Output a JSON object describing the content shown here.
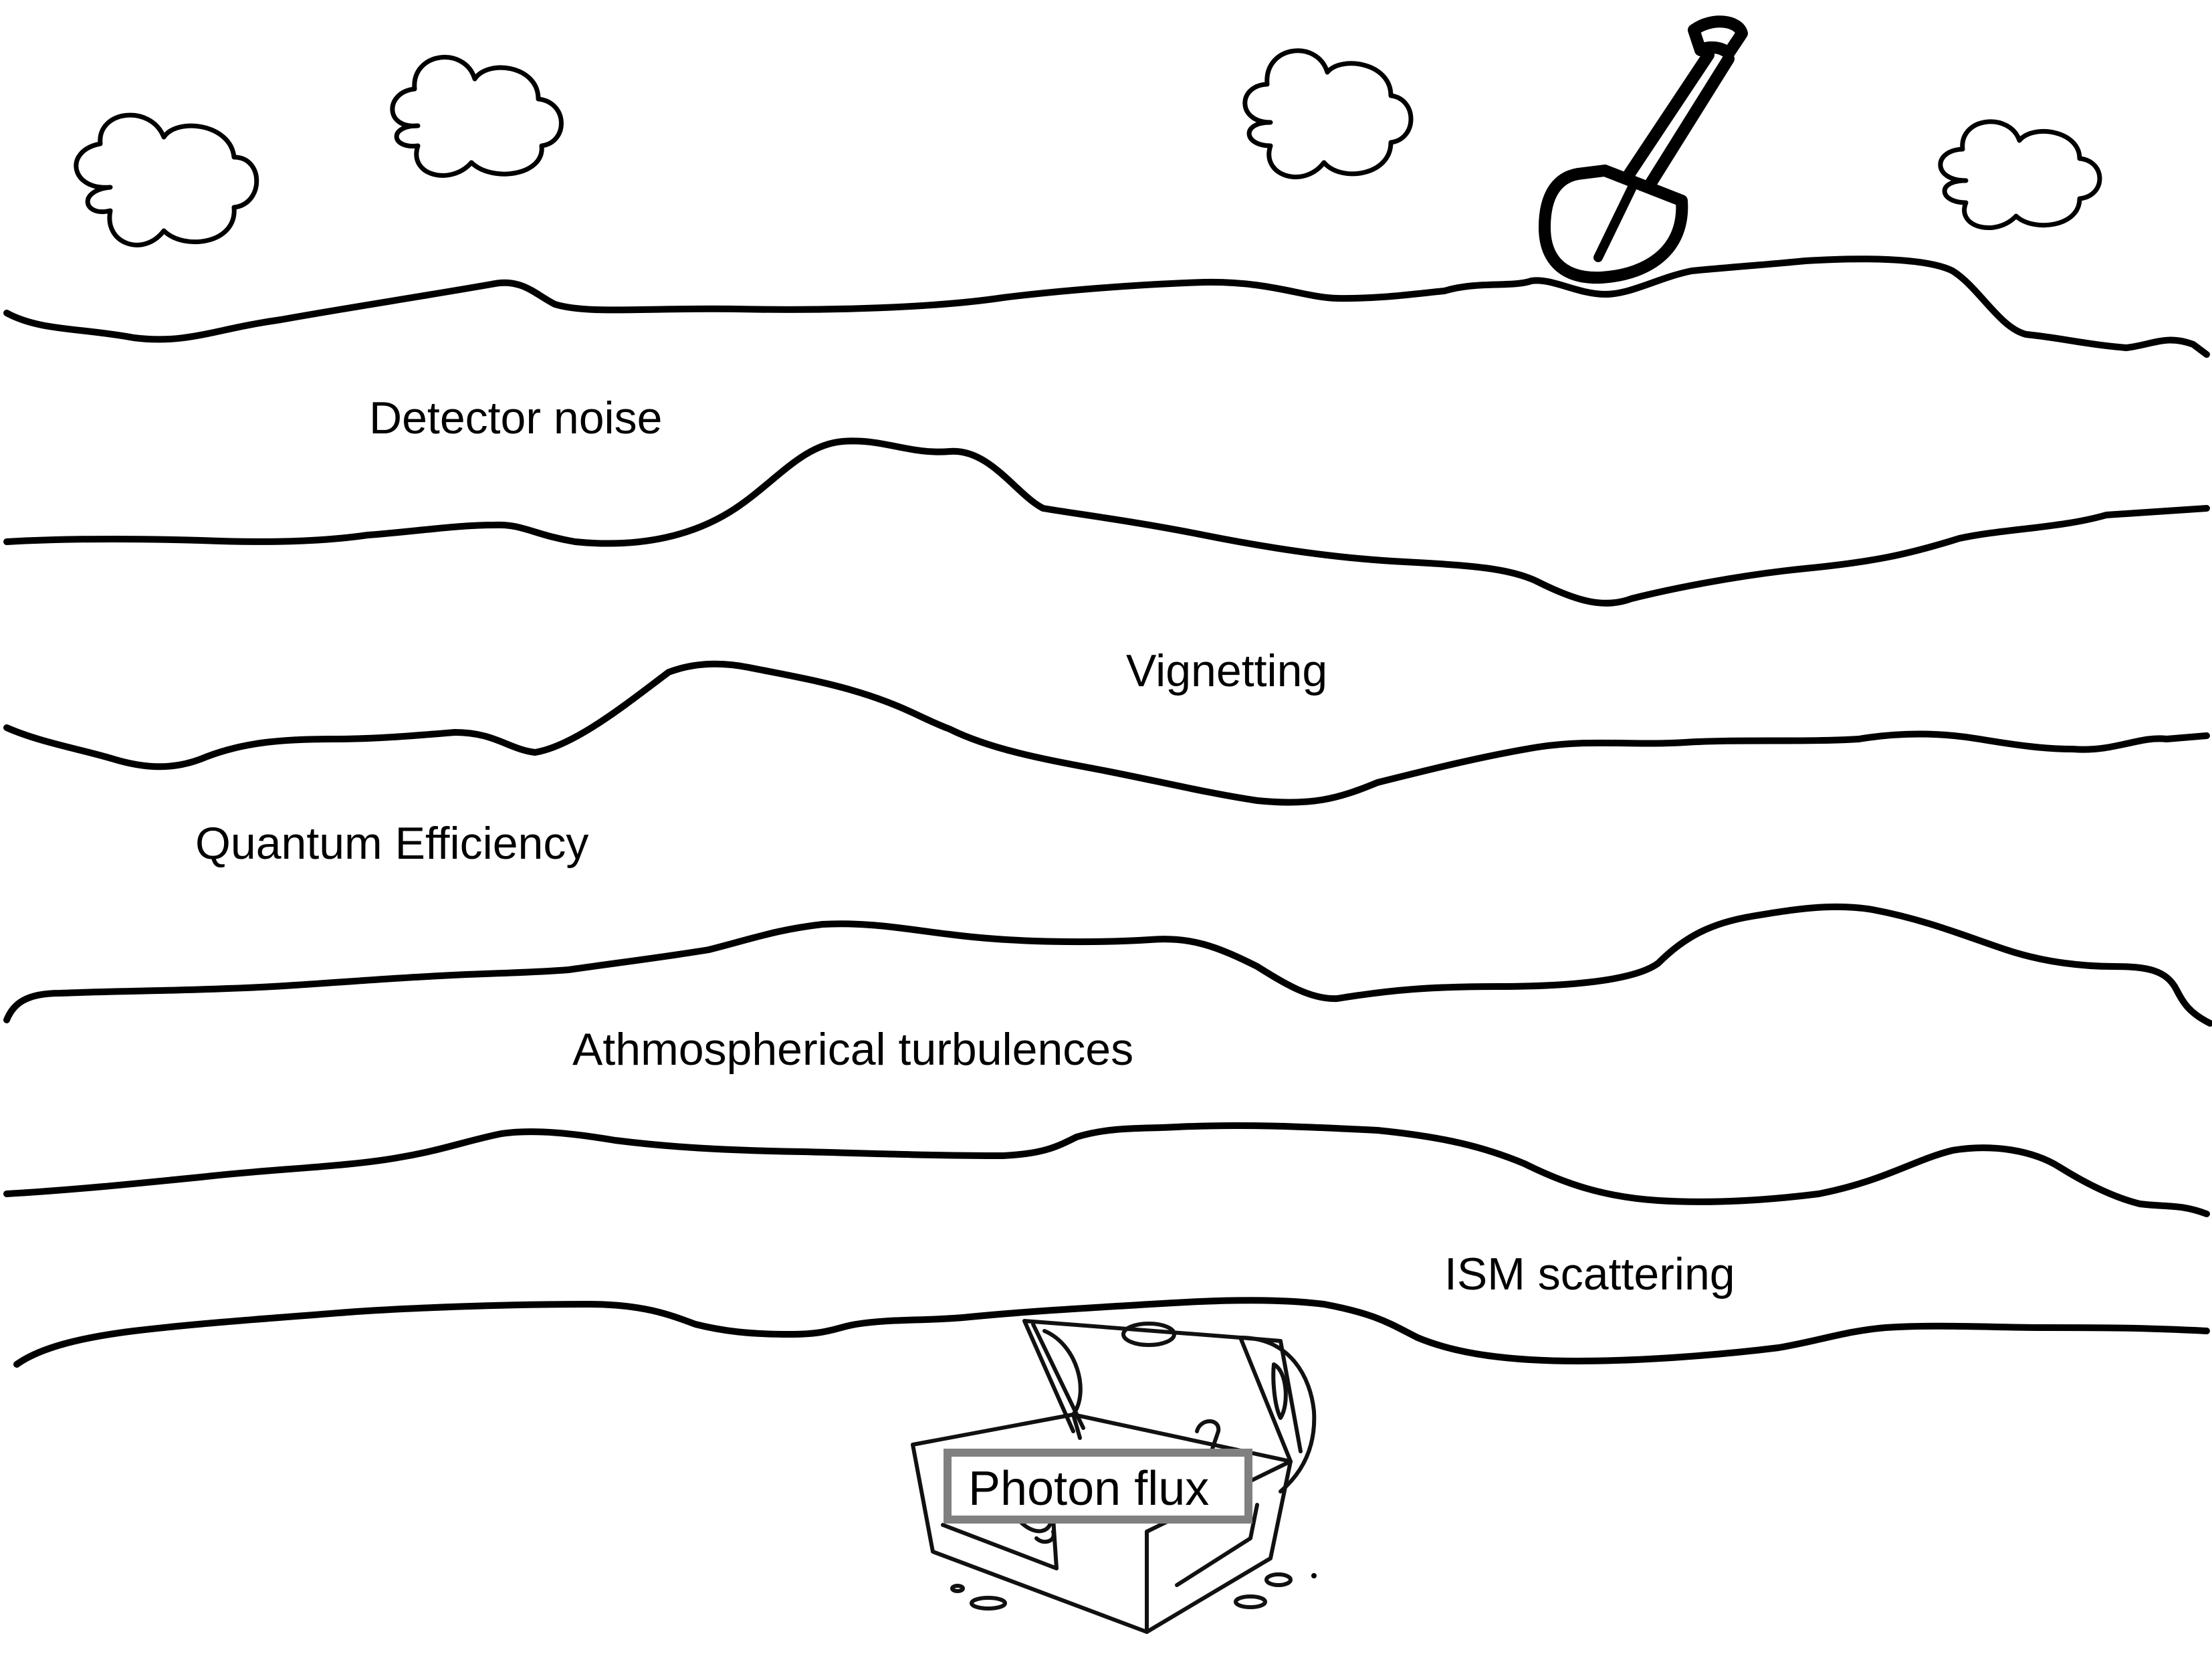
{
  "diagram": {
    "type": "layered-illustration",
    "theme": "digging through layers to reach treasure",
    "layers": [
      {
        "label": "Detector noise"
      },
      {
        "label": "Vignetting"
      },
      {
        "label": "Quantum Efficiency"
      },
      {
        "label": "Athmospherical turbulences"
      },
      {
        "label": "ISM scattering"
      }
    ],
    "treasure": {
      "label": "Photon flux",
      "icon": "treasure-chest-icon"
    },
    "surface_tool": {
      "icon": "shovel-icon"
    },
    "sky": {
      "cloud_count": 4,
      "icon": "cloud-icon"
    },
    "colors": {
      "ink": "#000000",
      "background": "#ffffff",
      "label_box_border": "#808080"
    }
  }
}
